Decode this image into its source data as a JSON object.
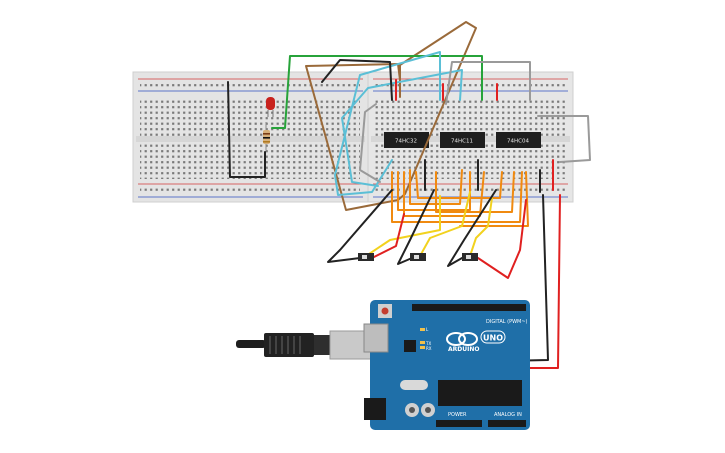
{
  "chips": [
    {
      "id": "u1",
      "label": "74HC32"
    },
    {
      "id": "u2",
      "label": "74HC11"
    },
    {
      "id": "u3",
      "label": "74HC04"
    }
  ],
  "arduino": {
    "brand": "ARDUINO",
    "model": "UNO",
    "digital_header": "DIGITAL (PWM~)",
    "power_header": "POWER",
    "analog_header": "ANALOG IN",
    "led_tx": "TX",
    "led_rx": "RX",
    "led_l": "L"
  },
  "colors": {
    "board_blue": "#1f6fa8",
    "breadboard": "#e6e6e6",
    "chip": "#1e1e1e",
    "wire_red": "#e02020",
    "wire_black": "#222222",
    "wire_green": "#27a33a",
    "wire_brown": "#9a6a3a",
    "wire_cyan": "#5bbfd6",
    "wire_gray": "#9a9a9a",
    "wire_orange": "#f08a10",
    "wire_yellow": "#f2d21e"
  }
}
